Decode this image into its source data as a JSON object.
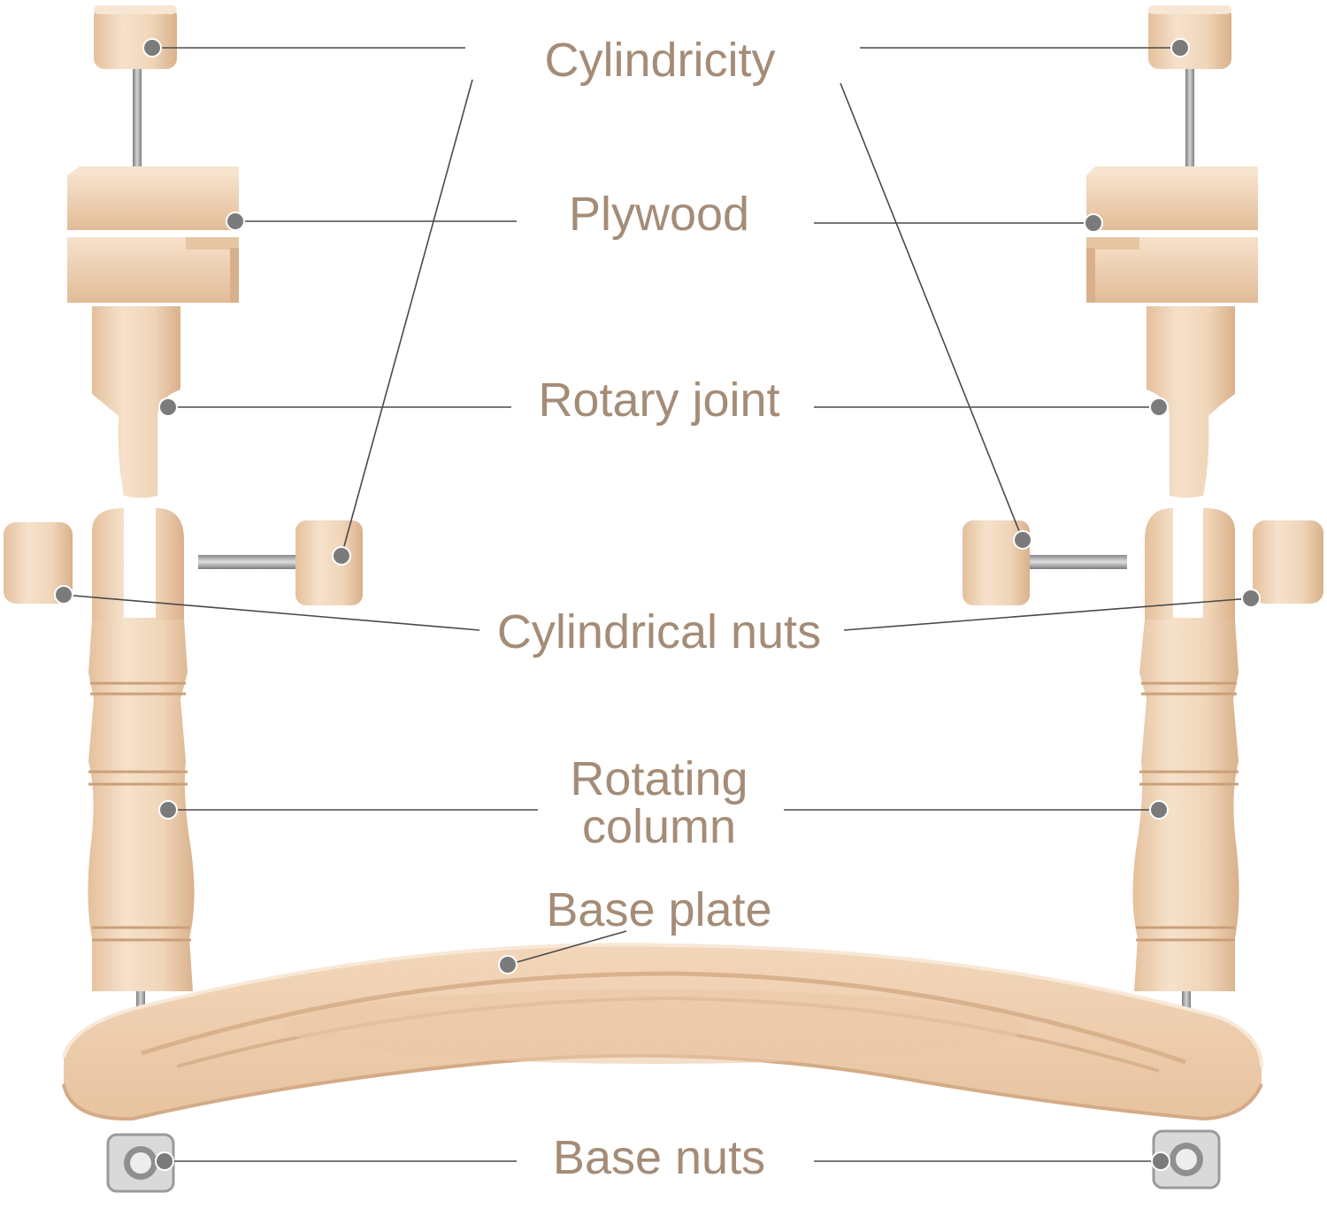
{
  "labels": {
    "cylindricity": "Cylindricity",
    "plywood": "Plywood",
    "rotary_joint": "Rotary joint",
    "cylindrical_nuts": "Cylindrical nuts",
    "rotating_column_1": "Rotating",
    "rotating_column_2": "column",
    "base_plate": "Base plate",
    "base_nuts": "Base nuts"
  },
  "colors": {
    "label_text": "#a48c77",
    "wood_light": "#f3dcc4",
    "wood_mid": "#e7c7a6",
    "wood_dark": "#d2a984",
    "steel": "#9a9a9a",
    "leader_line": "#4a4a4a",
    "marker_dot": "#7b7b7b"
  }
}
